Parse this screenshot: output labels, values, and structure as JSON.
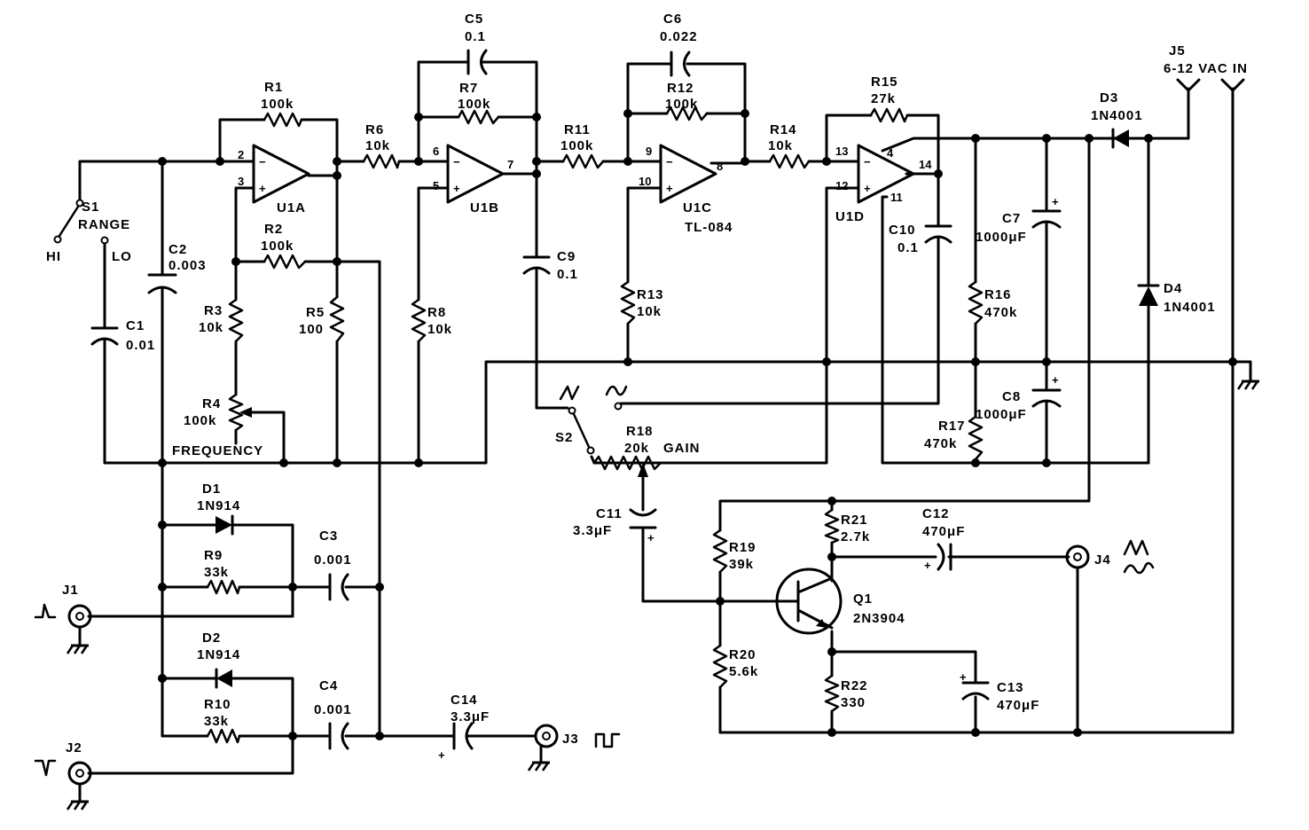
{
  "components": {
    "r1": {
      "ref": "R1",
      "val": "100k"
    },
    "r2": {
      "ref": "R2",
      "val": "100k"
    },
    "r3": {
      "ref": "R3",
      "val": "10k"
    },
    "r4": {
      "ref": "R4",
      "val": "100k",
      "fn": "FREQUENCY"
    },
    "r5": {
      "ref": "R5",
      "val": "100"
    },
    "r6": {
      "ref": "R6",
      "val": "10k"
    },
    "r7": {
      "ref": "R7",
      "val": "100k"
    },
    "r8": {
      "ref": "R8",
      "val": "10k"
    },
    "r9": {
      "ref": "R9",
      "val": "33k"
    },
    "r10": {
      "ref": "R10",
      "val": "33k"
    },
    "r11": {
      "ref": "R11",
      "val": "100k"
    },
    "r12": {
      "ref": "R12",
      "val": "100k"
    },
    "r13": {
      "ref": "R13",
      "val": "10k"
    },
    "r14": {
      "ref": "R14",
      "val": "10k"
    },
    "r15": {
      "ref": "R15",
      "val": "27k"
    },
    "r16": {
      "ref": "R16",
      "val": "470k"
    },
    "r17": {
      "ref": "R17",
      "val": "470k"
    },
    "r18": {
      "ref": "R18",
      "val": "20k",
      "fn": "GAIN"
    },
    "r19": {
      "ref": "R19",
      "val": "39k"
    },
    "r20": {
      "ref": "R20",
      "val": "5.6k"
    },
    "r21": {
      "ref": "R21",
      "val": "2.7k"
    },
    "r22": {
      "ref": "R22",
      "val": "330"
    },
    "c1": {
      "ref": "C1",
      "val": "0.01"
    },
    "c2": {
      "ref": "C2",
      "val": "0.003"
    },
    "c3": {
      "ref": "C3",
      "val": "0.001"
    },
    "c4": {
      "ref": "C4",
      "val": "0.001"
    },
    "c5": {
      "ref": "C5",
      "val": "0.1"
    },
    "c6": {
      "ref": "C6",
      "val": "0.022"
    },
    "c7": {
      "ref": "C7",
      "val": "1000μF"
    },
    "c8": {
      "ref": "C8",
      "val": "1000μF"
    },
    "c9": {
      "ref": "C9",
      "val": "0.1"
    },
    "c10": {
      "ref": "C10",
      "val": "0.1"
    },
    "c11": {
      "ref": "C11",
      "val": "3.3μF"
    },
    "c12": {
      "ref": "C12",
      "val": "470μF"
    },
    "c13": {
      "ref": "C13",
      "val": "470μF"
    },
    "c14": {
      "ref": "C14",
      "val": "3.3μF"
    },
    "d1": {
      "ref": "D1",
      "val": "1N914"
    },
    "d2": {
      "ref": "D2",
      "val": "1N914"
    },
    "d3": {
      "ref": "D3",
      "val": "1N4001"
    },
    "d4": {
      "ref": "D4",
      "val": "1N4001"
    },
    "u1a": {
      "ref": "U1A"
    },
    "u1b": {
      "ref": "U1B"
    },
    "u1c": {
      "ref": "U1C",
      "val": "TL-084"
    },
    "u1d": {
      "ref": "U1D"
    },
    "q1": {
      "ref": "Q1",
      "val": "2N3904"
    },
    "s1": {
      "ref": "S1",
      "fn": "RANGE",
      "hi": "HI",
      "lo": "LO"
    },
    "s2": {
      "ref": "S2"
    },
    "j1": {
      "ref": "J1"
    },
    "j2": {
      "ref": "J2"
    },
    "j3": {
      "ref": "J3"
    },
    "j4": {
      "ref": "J4"
    },
    "j5": {
      "ref": "J5",
      "val": "6-12 VAC IN"
    }
  },
  "pins": {
    "u1a_inv": "2",
    "u1a_noninv": "3",
    "u1b_inv": "6",
    "u1b_noninv": "5",
    "u1b_out": "7",
    "u1c_inv": "9",
    "u1c_noninv": "10",
    "u1c_out": "8",
    "u1d_inv": "13",
    "u1d_noninv": "12",
    "u1d_out": "14",
    "u1d_vplus": "4",
    "u1d_vminus": "11",
    "minus": "−",
    "plus": "+"
  }
}
